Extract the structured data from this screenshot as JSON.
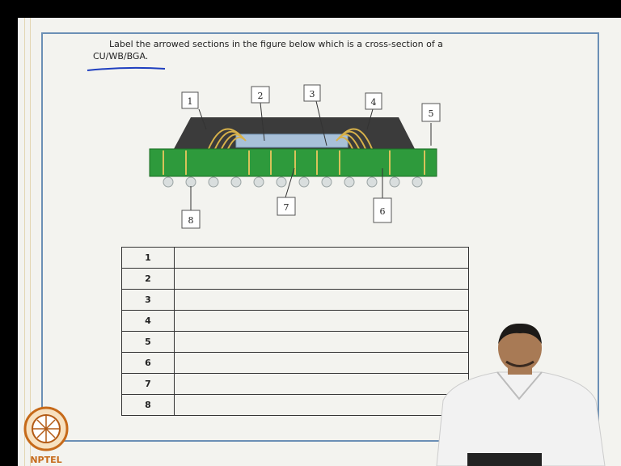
{
  "question": {
    "line1": "Label the arrowed sections in the figure below which is a cross-section of a",
    "line2": "CU/WB/BGA."
  },
  "diagram": {
    "labels": [
      "1",
      "2",
      "3",
      "4",
      "5",
      "8",
      "7",
      "6"
    ]
  },
  "table": {
    "rows": [
      "1",
      "2",
      "3",
      "4",
      "5",
      "6",
      "7",
      "8"
    ]
  },
  "logo": {
    "text": "NPTEL"
  },
  "colors": {
    "frame": "#6b8fb5",
    "substrate": "#2e9a3c",
    "mold": "#3a3a3a",
    "underline": "#1f3fbf"
  }
}
